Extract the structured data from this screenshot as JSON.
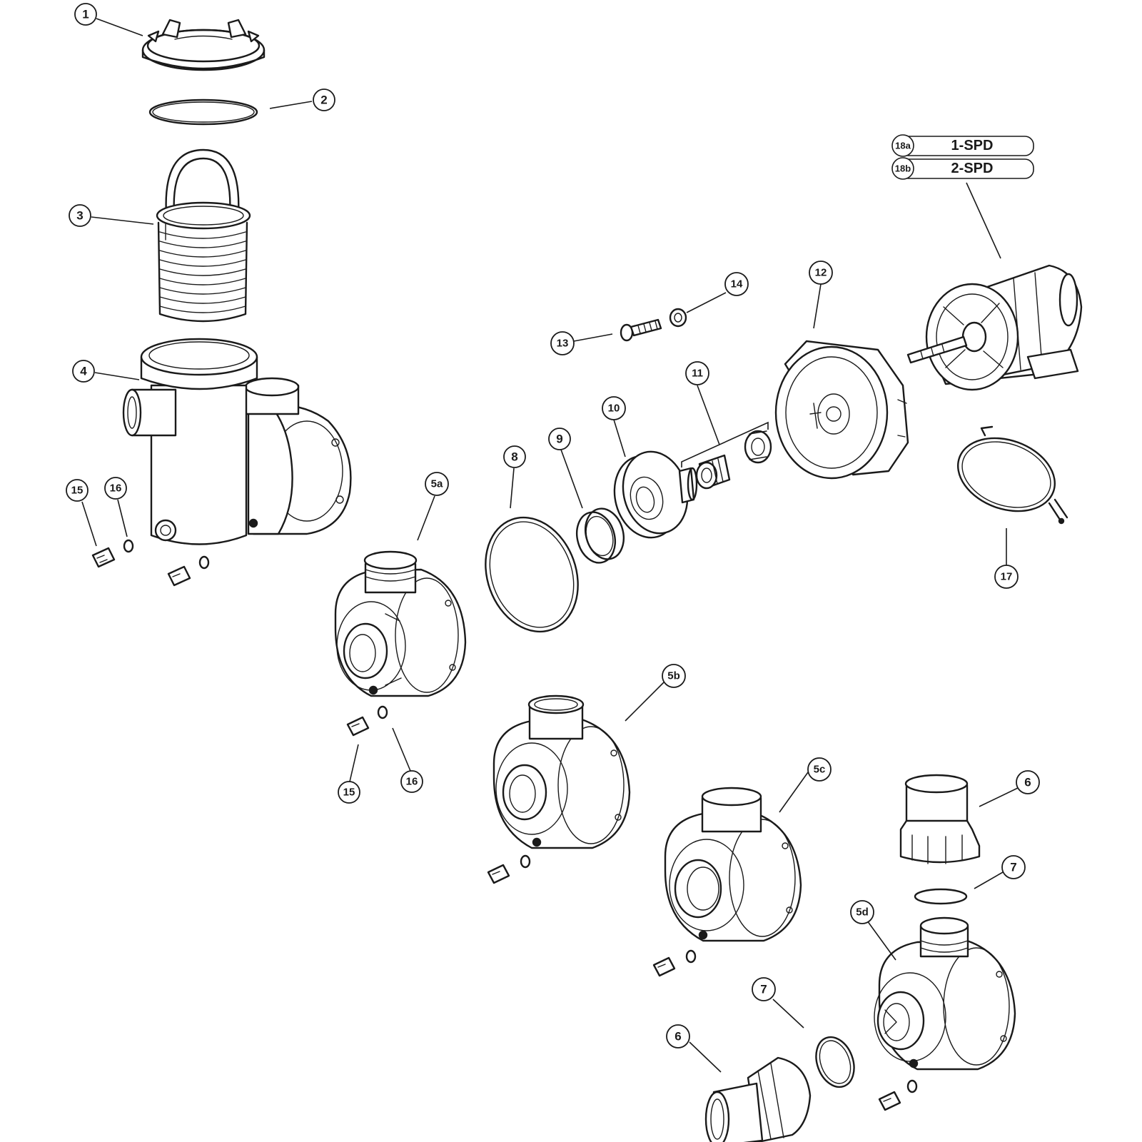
{
  "callouts": {
    "c1": "1",
    "c2": "2",
    "c3": "3",
    "c4": "4",
    "c5a": "5a",
    "c5b": "5b",
    "c5c": "5c",
    "c5d": "5d",
    "c6_top": "6",
    "c6_bottom": "6",
    "c7_top": "7",
    "c7_bottom": "7",
    "c8": "8",
    "c9": "9",
    "c10": "10",
    "c11": "11",
    "c12": "12",
    "c13": "13",
    "c14": "14",
    "c15_left": "15",
    "c15_mid": "15",
    "c16_left": "16",
    "c16_mid": "16",
    "c17": "17"
  },
  "motor_options": [
    {
      "code": "18a",
      "label": "1-SPD"
    },
    {
      "code": "18b",
      "label": "2-SPD"
    }
  ]
}
